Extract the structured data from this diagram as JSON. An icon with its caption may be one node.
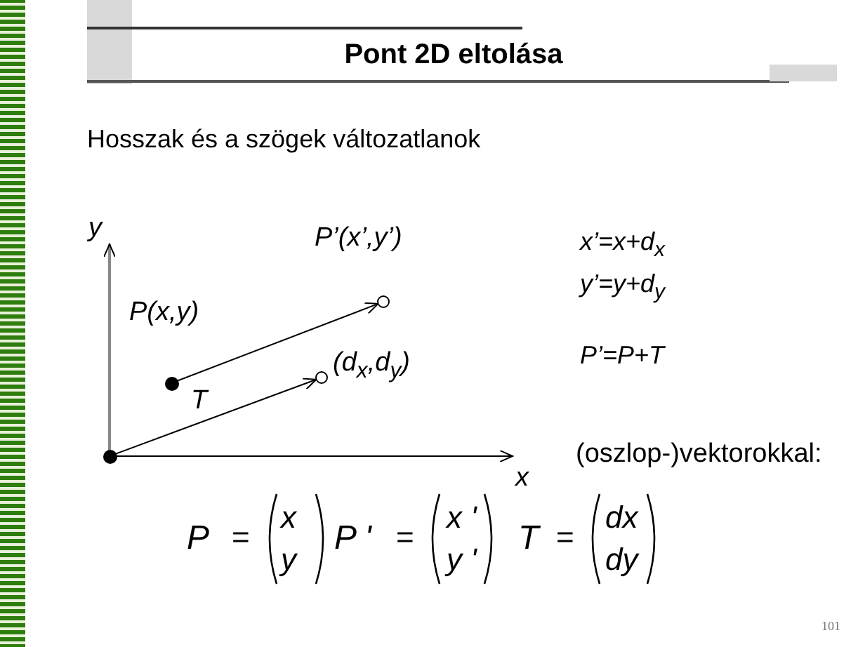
{
  "diagram": {
    "title": "Pont 2D eltolása",
    "nodes": [
      {
        "text": [],
        "shape": "circle"
      },
      {
        "text": [],
        "shape": "circle",
        "beside": [
          "P(x,y)"
        ]
      },
      {
        "text": [],
        "shape": "circle",
        "beside": [
          "P’(x’,y’)"
        ]
      },
      {
        "text": [],
        "shape": "circle",
        "beside": [
          "(d$_{x}$,d$_{y}$)"
        ]
      }
    ],
    "edges": [
      {
        "from": 0,
        "to": 3,
        "arrow": "to",
        "label": "T"
      },
      {
        "from": 1,
        "to": 2,
        "arrow": "to"
      }
    ],
    "labels": [
      "Hosszak és a szögek változatlanok",
      "y",
      "x",
      "x’=x+d$_{x}$",
      "y’=y+d$_{y}$",
      "P’=P+T",
      "(oszlop-)vektorokkal:",
      "P",
      "=",
      "x",
      "y",
      "P '",
      "=",
      "x '",
      "y '",
      "T",
      "=",
      "dx",
      "dy",
      "101"
    ]
  }
}
